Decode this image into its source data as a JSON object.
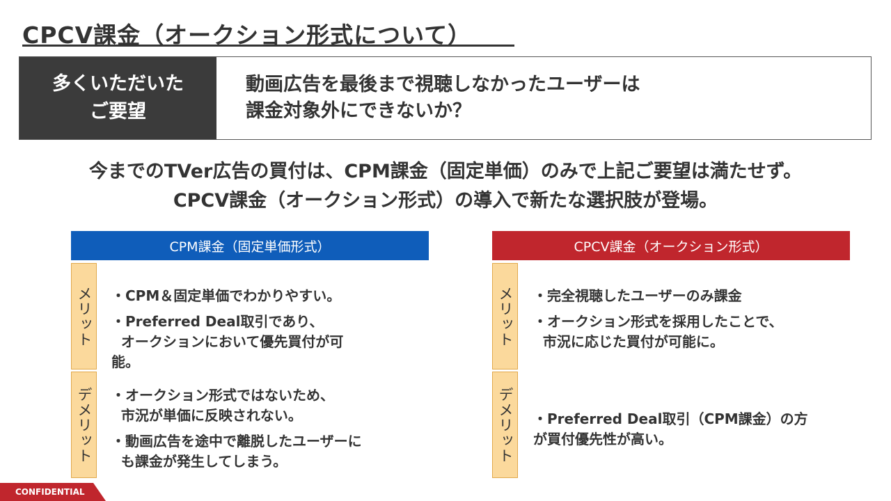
{
  "title": "CPCV課金（オークション形式について）",
  "request": {
    "label_lines": [
      "多くいただいた",
      "ご要望"
    ],
    "text_lines": [
      "動画広告を最後まで視聴しなかったユーザーは",
      "課金対象外にできないか？"
    ]
  },
  "summary_lines": [
    "今までのTVer広告の買付は、CPM課金（固定単価）のみで上記ご要望は満たせず。",
    "CPCV課金（オークション形式）の導入で新たな選択肢が登場。"
  ],
  "columns": [
    {
      "header": "CPM課金（固定単価形式）",
      "merit_label": "メリット",
      "demerit_label": "デメリット",
      "merits": [
        "・CPM＆固定単価でわかりやすい。",
        "・Preferred Deal取引であり、\n  オークションにおいて優先買付が可\n能。"
      ],
      "demerits": [
        "・オークション形式ではないため、\n  市況が単価に反映されない。",
        "・動画広告を途中で離脱したユーザーに\n  も課金が発生してしまう。"
      ]
    },
    {
      "header": "CPCV課金（オークション形式）",
      "merit_label": "メリット",
      "demerit_label": "デメリット",
      "merits": [
        "・完全視聴したユーザーのみ課金",
        "・オークション形式を採用したことで、\n  市況に応じた買付が可能に。"
      ],
      "demerits": [
        "・Preferred Deal取引（CPM課金）の方\nが買付優先性が高い。"
      ]
    }
  ],
  "footer": {
    "confidential": "CONFIDENTIAL"
  },
  "colors": {
    "blue_header": "#0f5dba",
    "red_header": "#c0262d",
    "label_fill": "#fbd99c",
    "dark_label": "#3b3b3b"
  }
}
